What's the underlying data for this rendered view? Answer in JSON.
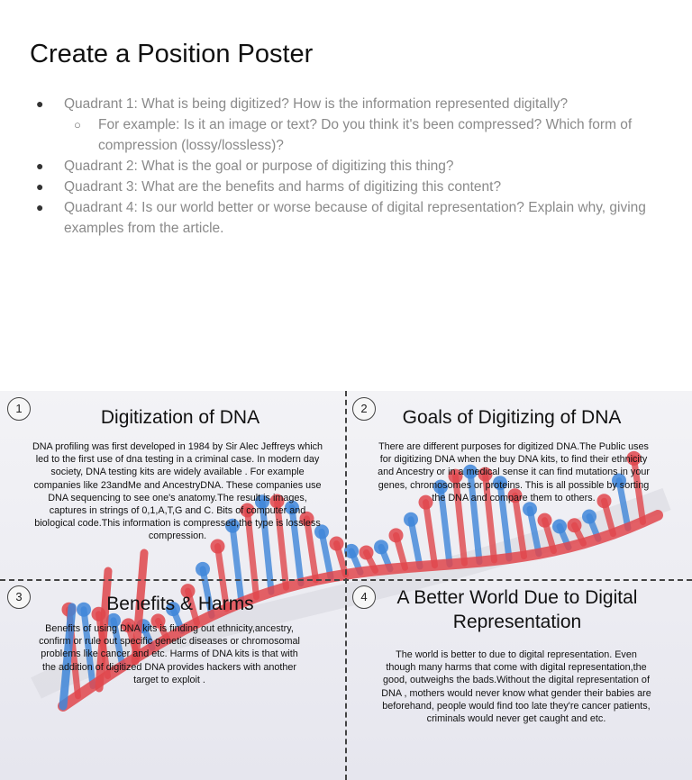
{
  "page": {
    "title": "Create a Position Poster",
    "bullets": [
      "Quadrant 1: What is being digitized? How is the information represented digitally?",
      "For example: Is it an image or text? Do you think it's been compressed? Which form of compression (lossy/lossless)?",
      "Quadrant 2: What is the goal or purpose of digitizing this thing?",
      "Quadrant 3: What are the benefits and harms of digitizing this content?",
      "Quadrant 4: Is our world better or worse because of digital representation? Explain why, giving examples from the article."
    ]
  },
  "poster": {
    "q1": {
      "number": "1",
      "title": "Digitization of DNA",
      "body": "DNA profiling was first developed in 1984 by Sir Alec Jeffreys which led to the first use of dna testing in a criminal case. In modern day society, DNA testing kits are widely available . For example companies like 23andMe and AncestryDNA. These companies use DNA sequencing to see one's anatomy.The result is images, captures in strings of 0,1,A,T,G and C. Bits of computer and biological code.This information is compressed,the type is lossless compression."
    },
    "q2": {
      "number": "2",
      "title": "Goals of Digitizing of DNA",
      "body": "There are different purposes for digitized DNA.The Public uses for digitizing DNA when the buy DNA kits, to find their ethnicity and Ancestry or in a medical sense it can find mutations in your genes, chromosomes or proteins. This is all possible by sorting the DNA and compare them to others."
    },
    "q3": {
      "number": "3",
      "title": "Benefits & Harms",
      "body": "Benefits of using DNA kits is finding out ethnicity,ancestry, confirm or rule out specific genetic diseases or chromosomal problems like cancer and etc. Harms of DNA kits is that with the addition of digitized DNA provides hackers with another target to exploit ."
    },
    "q4": {
      "number": "4",
      "title": "A Better World Due to Digital Representation",
      "body": "The world is better to due to digital representation. Even though many harms that come with digital representation,the good, outweighs the bads.Without the digital representation of DNA , mothers would never know what gender their babies are beforehand, people would find too late they're cancer patients, criminals would never get caught and etc."
    },
    "colors": {
      "red": "#e0474c",
      "blue": "#3f86d9",
      "divider": "#444444"
    }
  }
}
